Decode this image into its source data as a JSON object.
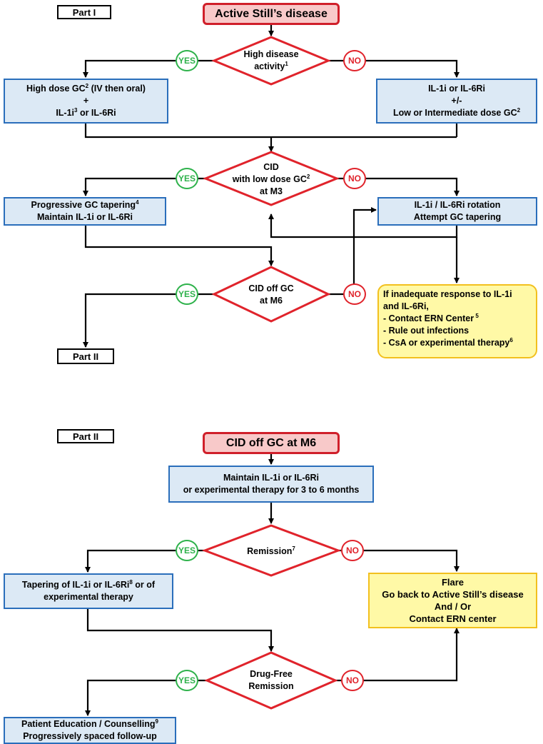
{
  "colors": {
    "start_fill": "#f8c9c9",
    "start_border": "#d01f2a",
    "diamond_border": "#e0232b",
    "box_fill": "#dce9f5",
    "box_border": "#2a6ebb",
    "note_fill": "#fff9a6",
    "note_border": "#f2c01e",
    "yes": "#2eb24b",
    "no": "#e0232b"
  },
  "part1": {
    "label": "Part I",
    "start": "Active Still’s disease",
    "d1": {
      "l1": "High disease",
      "l2": "activity",
      "sup": "1"
    },
    "yes1": "YES",
    "no1": "NO",
    "left1": {
      "l1a": "High dose GC",
      "l1sup": "2",
      "l1b": " (IV then oral)",
      "l2": "+",
      "l3a": "IL-1i",
      "l3sup": "3",
      "l3b": " or IL-6Ri"
    },
    "right1": {
      "l1": "IL-1i or IL-6Ri",
      "l2": "+/-",
      "l3": "Low or Intermediate dose GC",
      "l3sup": "2"
    },
    "d2": {
      "l1": "CID",
      "l2": "with low dose GC",
      "l2sup": "2",
      "l3": "at M3"
    },
    "yes2": "YES",
    "no2": "NO",
    "left2": {
      "l1": "Progressive GC tapering",
      "l1sup": "4",
      "l2": "Maintain IL-1i or IL-6Ri"
    },
    "right2": {
      "l1": "IL-1i / IL-6Ri rotation",
      "l2": "Attempt GC tapering"
    },
    "d3": {
      "l1": "CID off GC",
      "l2": "at M6"
    },
    "yes3": "YES",
    "no3": "NO",
    "note": {
      "l1": "If inadequate response to IL-1i",
      "l2": "and IL-6Ri,",
      "l3": "- Contact ERN Center",
      "l3sup": " 5",
      "l4": "- Rule out infections",
      "l5": "- CsA or experimental therapy",
      "l5sup": "6"
    },
    "part2_label": "Part II"
  },
  "part2": {
    "label": "Part II",
    "start": "CID off GC at M6",
    "maintain": {
      "l1": "Maintain IL-1i or IL-6Ri",
      "l2": "or experimental therapy for 3 to 6 months"
    },
    "d1": {
      "l1": "Remission",
      "sup": "7"
    },
    "yes1": "YES",
    "no1": "NO",
    "taper": {
      "l1a": "Tapering of IL-1i or IL-6Ri",
      "l1sup": "8",
      "l1b": " or of",
      "l2": "experimental therapy"
    },
    "flare": {
      "l1": "Flare",
      "l2": "Go back to Active Still’s disease",
      "l3": "And / Or",
      "l4": "Contact ERN center"
    },
    "d2": {
      "l1": "Drug-Free",
      "l2": "Remission"
    },
    "yes2": "YES",
    "no2": "NO",
    "education": {
      "l1": "Patient Education / Counselling",
      "l1sup": "9",
      "l2": "Progressively spaced follow-up"
    }
  }
}
